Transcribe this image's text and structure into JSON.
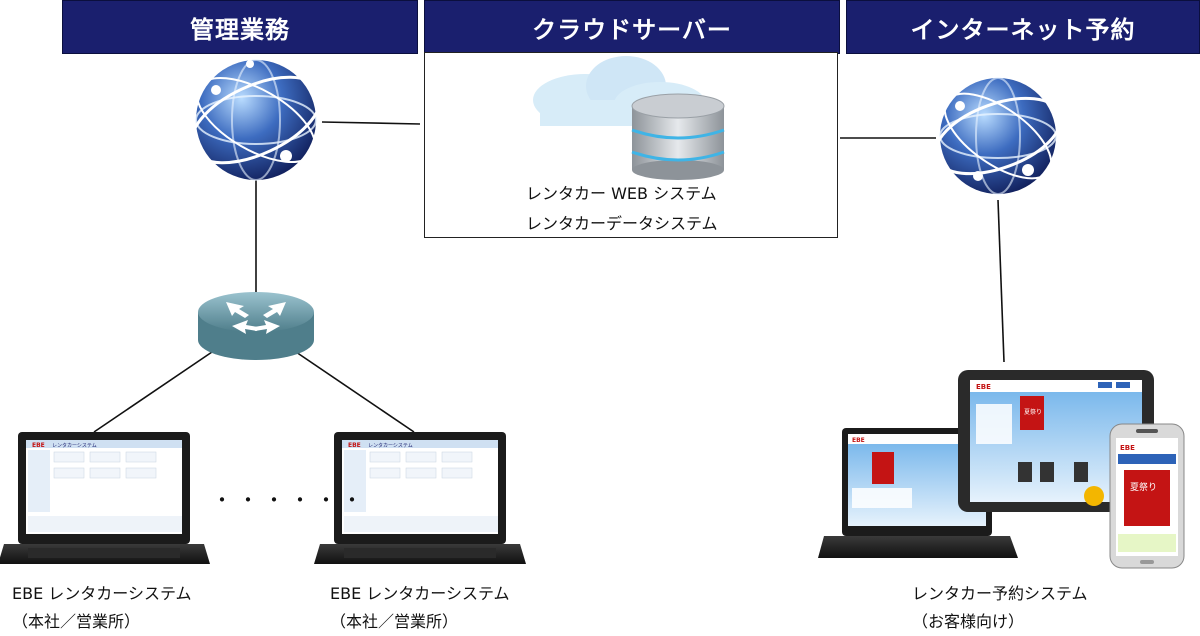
{
  "banners": {
    "management": "管理業務",
    "cloud": "クラウドサーバー",
    "internet": "インターネット予約"
  },
  "cloud_services": {
    "line1": "レンタカー WEB システム",
    "line2": "レンタカーデータシステム"
  },
  "dots": "・・・・・・",
  "clients": {
    "laptop_left": {
      "name": "EBE レンタカーシステム",
      "scope": "（本社／営業所）"
    },
    "laptop_right": {
      "name": "EBE レンタカーシステム",
      "scope": "（本社／営業所）"
    },
    "devices": {
      "name": "レンタカー予約システム",
      "scope": "（お客様向け）"
    }
  },
  "screen_texts": {
    "logo": "EBE",
    "app_title": "レンタカーシステム",
    "poster": "夏祭り"
  },
  "colors": {
    "banner_bg": "#1a1f6e",
    "globe_dark": "#14246a",
    "globe_light": "#7db0e8",
    "router": "#6f9aa6",
    "db_ring": "#3fb4e6",
    "cloud": "#d7ecf8"
  }
}
